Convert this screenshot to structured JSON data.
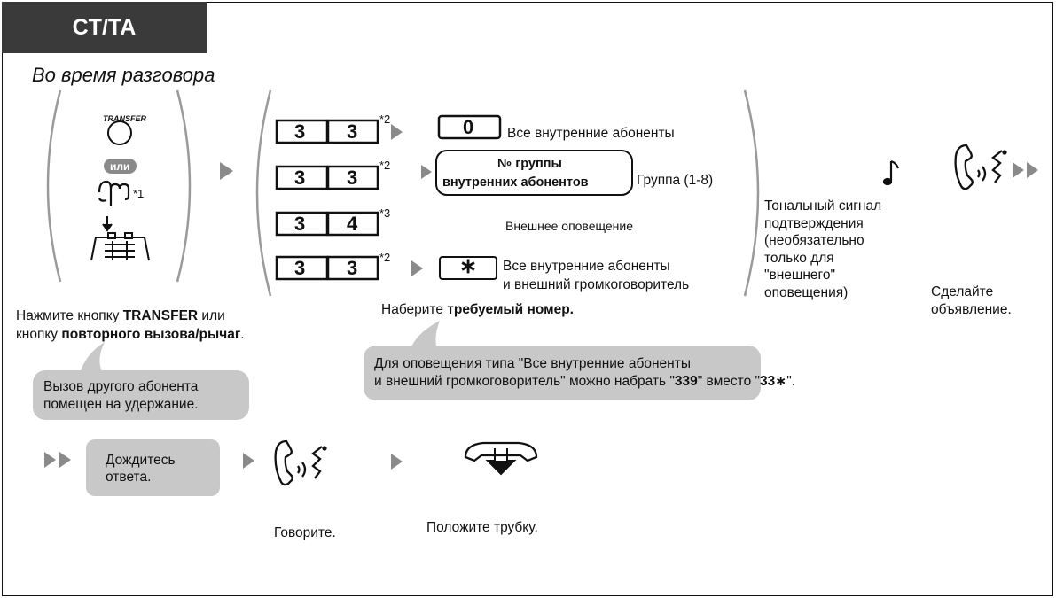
{
  "header": {
    "tab_label": "CT/TA",
    "heading": "Во время разговора"
  },
  "step1": {
    "transfer_button_label": "TRANSFER",
    "or_label": "или",
    "footnote_ref": "*1",
    "caption_prefix": "Нажмите кнопку ",
    "caption_bold1": "TRANSFER",
    "caption_mid": " или",
    "caption_line2_prefix": "кнопку ",
    "caption_bold2": "повторного вызова/рычаг",
    "caption_end": "."
  },
  "hold_bubble": {
    "line1": "Вызов другого абонента",
    "line2": "помещен на удержание."
  },
  "dial_options": {
    "row1": {
      "key1": "3",
      "key2": "3",
      "ref": "*2",
      "target_key": "0",
      "label": "Все внутренние абоненты"
    },
    "row2": {
      "key1": "3",
      "key2": "3",
      "ref": "*2",
      "group_line1": "№ группы",
      "group_line2": "внутренних абонентов",
      "label": "Группа (1-8)"
    },
    "row3": {
      "key1": "3",
      "key2": "4",
      "ref": "*3",
      "label": "Внешнее оповещение"
    },
    "row4": {
      "key1": "3",
      "key2": "3",
      "ref": "*2",
      "target_key": "∗",
      "label_line1": "Все внутренние абоненты",
      "label_line2": "и внешний громкоговоритель"
    },
    "caption_prefix": "Наберите ",
    "caption_bold": "требуемый номер."
  },
  "note_bubble": {
    "line1": "Для оповещения типа \"Все внутренние абоненты",
    "line2_prefix": "и внешний громкоговоритель\" можно набрать \"",
    "line2_bold1": "339",
    "line2_mid": "\" вместо \"",
    "line2_bold2": "33∗",
    "line2_end": "\"."
  },
  "tone": {
    "lines": [
      "Тональный сигнал",
      "подтверждения",
      "(необязательно",
      "только для",
      "\"внешнего\"",
      "оповещения)"
    ]
  },
  "announce": {
    "line1": "Сделайте",
    "line2": "объявление."
  },
  "row_bottom": {
    "wait_line1": "Дождитесь",
    "wait_line2": "ответа.",
    "talk_caption": "Говорите.",
    "hangup_caption": "Положите трубку."
  }
}
